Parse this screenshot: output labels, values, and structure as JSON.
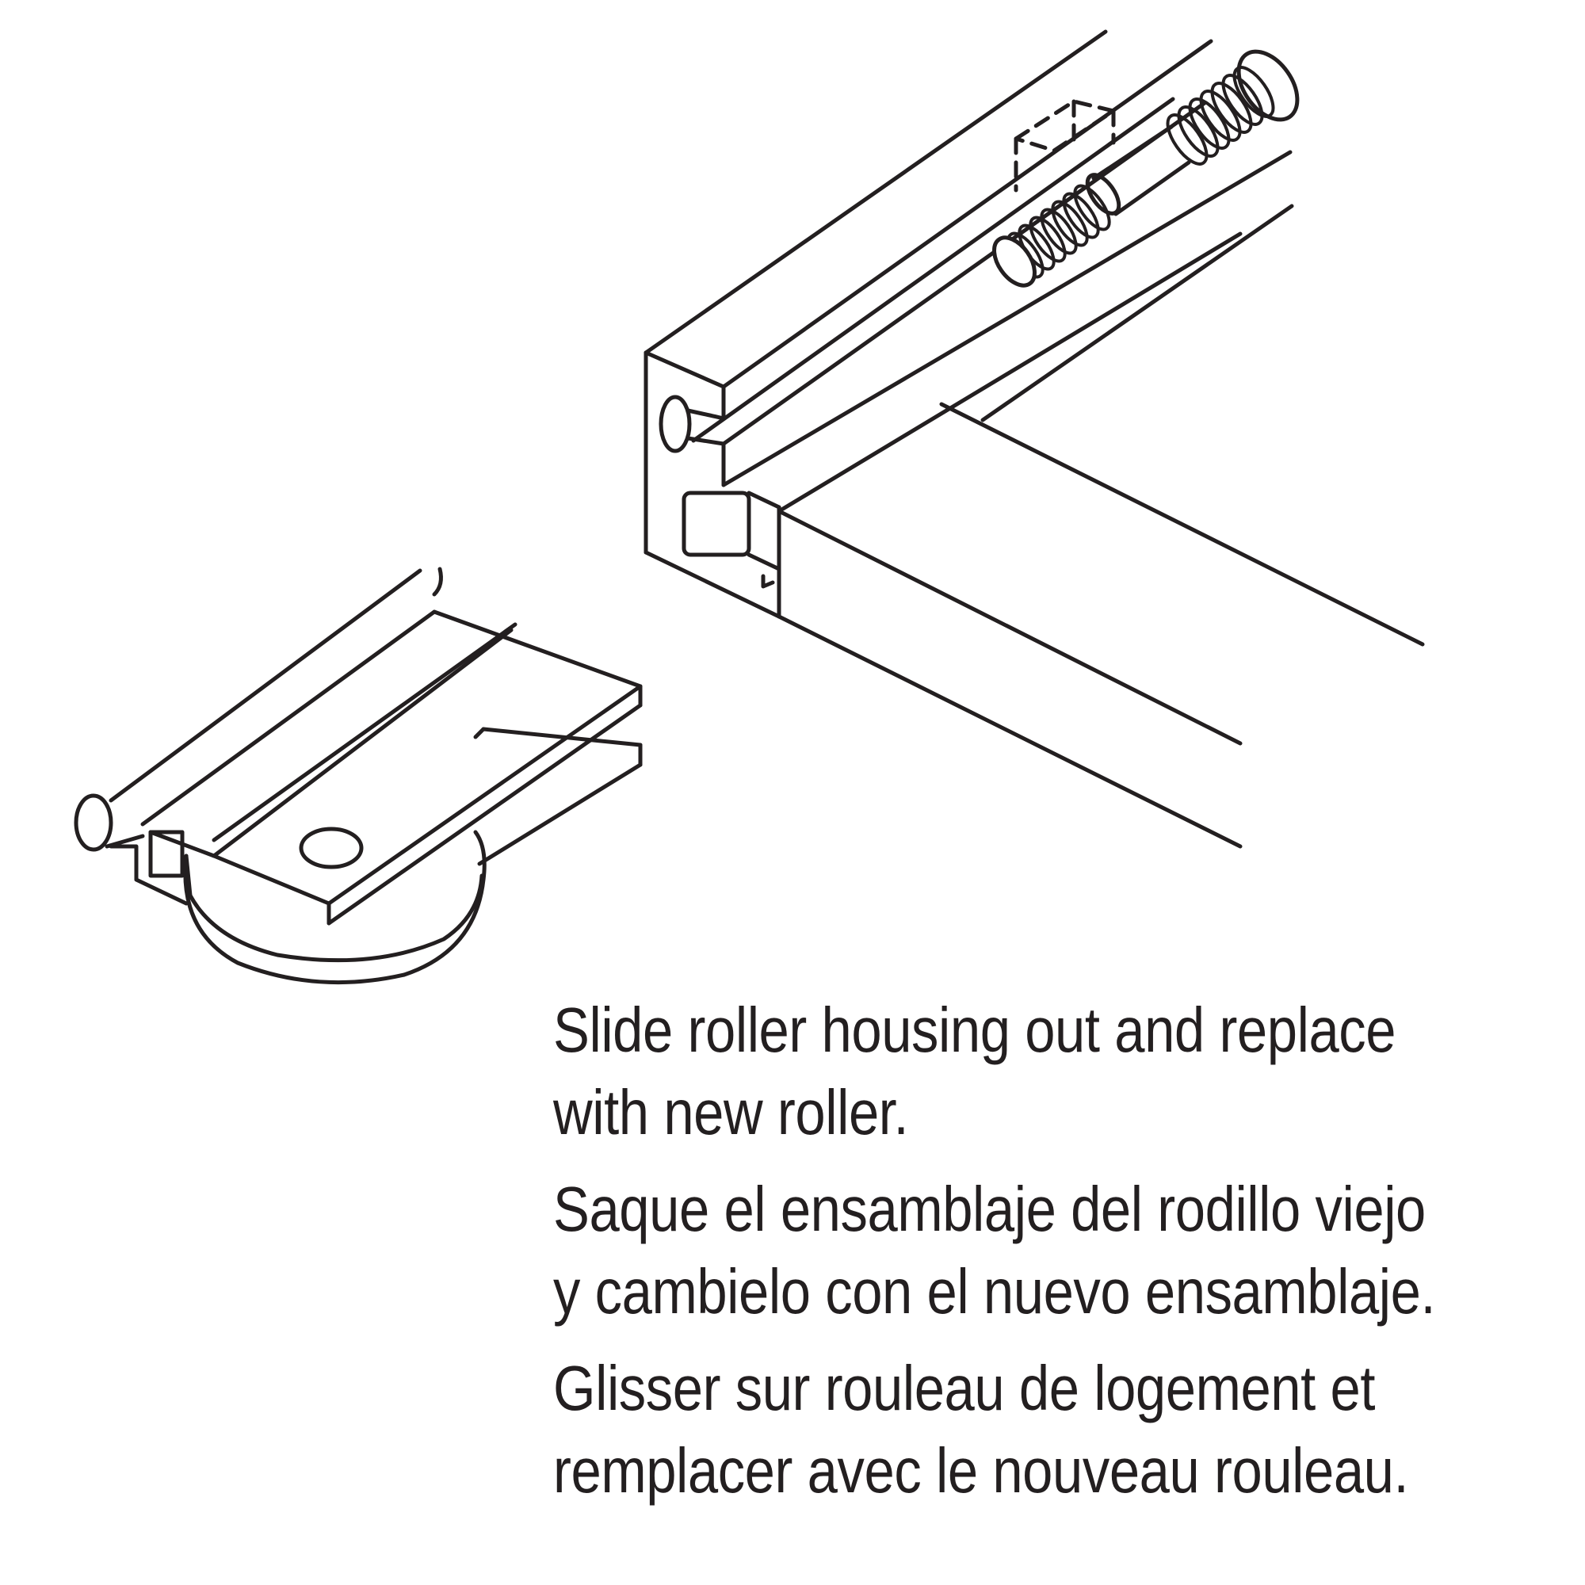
{
  "illustration": {
    "stroke_color": "#231f20",
    "background": "#ffffff",
    "parts": [
      "door-frame-rail",
      "adjustment-screw",
      "roller-housing",
      "roller-wheel"
    ]
  },
  "instructions": [
    {
      "lang": "en",
      "lines": [
        "Slide roller housing out and replace",
        "with new roller."
      ]
    },
    {
      "lang": "es",
      "lines": [
        "Saque el ensamblaje del rodillo viejo",
        "y cambielo con el nuevo ensamblaje."
      ]
    },
    {
      "lang": "fr",
      "lines": [
        "Glisser sur rouleau de logement et",
        "remplacer avec le nouveau rouleau."
      ]
    }
  ]
}
